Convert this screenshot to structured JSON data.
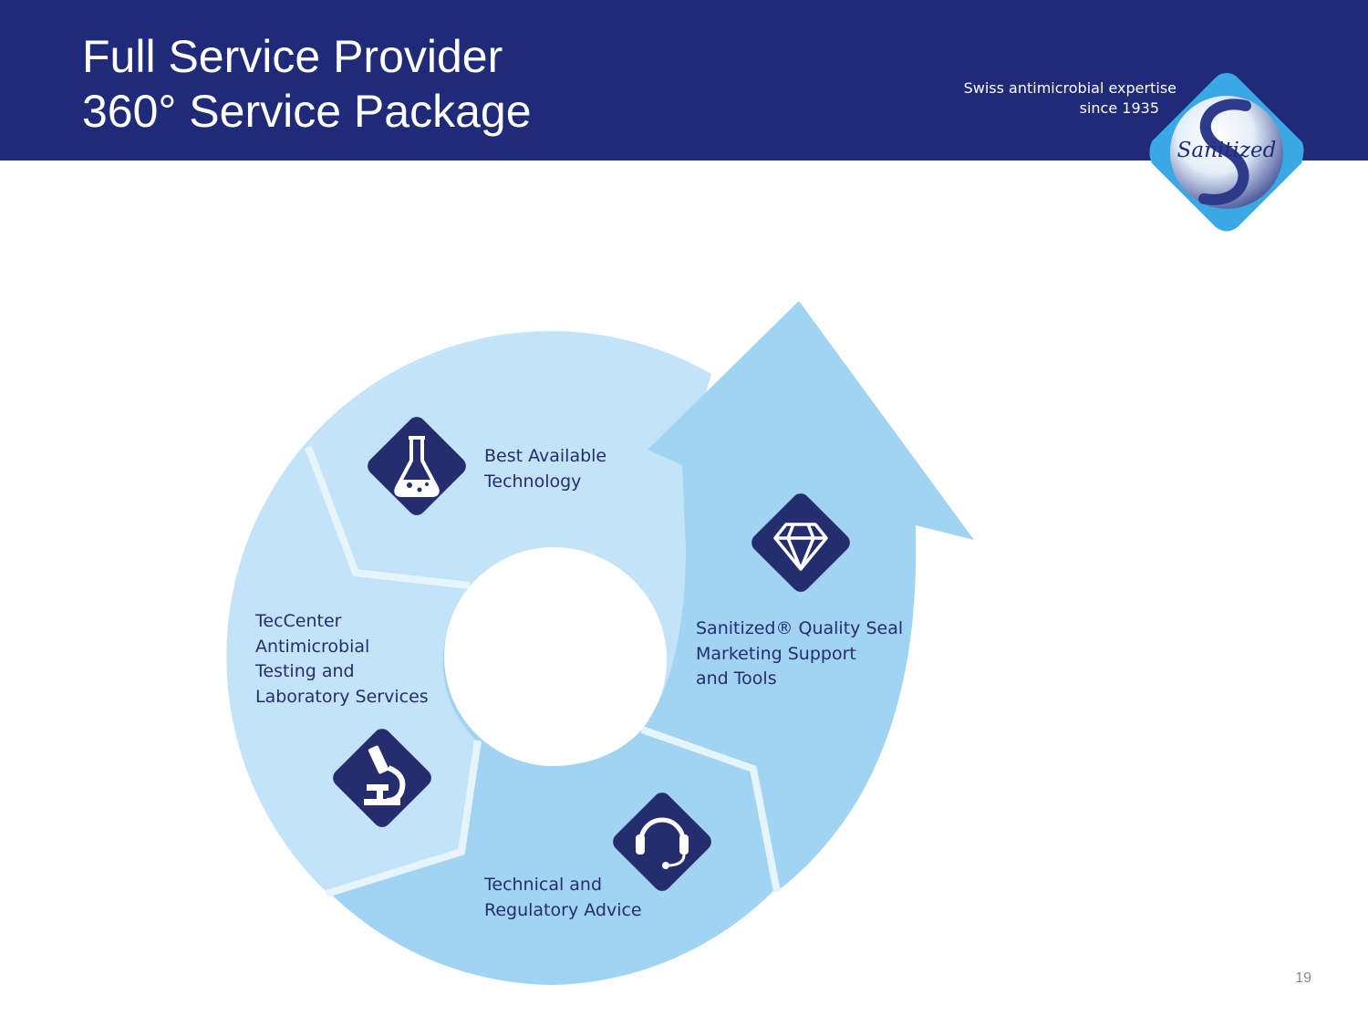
{
  "slide": {
    "title_line1": "Full Service Provider",
    "title_line2": "360° Service Package",
    "page_number": "19"
  },
  "brand": {
    "tagline_line1": "Swiss antimicrobial expertise",
    "tagline_line2": "since 1935",
    "logo_text": "Sanitized",
    "logo_icon": "sanitized-diamond-logo"
  },
  "services": [
    {
      "icon": "lab-flask-icon",
      "lines": [
        "Best Available",
        "Technology"
      ]
    },
    {
      "icon": "diamond-gem-icon",
      "lines": [
        "Sanitized® Quality Seal",
        "Marketing Support",
        "and Tools"
      ]
    },
    {
      "icon": "headset-icon",
      "lines": [
        "Technical and",
        "Regulatory Advice"
      ]
    },
    {
      "icon": "microscope-icon",
      "lines": [
        "TecCenter",
        "Antimicrobial",
        "Testing and",
        "Laboratory Services"
      ]
    }
  ],
  "colors": {
    "header_bg": "#1f2a78",
    "icon_tile": "#252d6f",
    "cycle_light": "#c3e4f8",
    "cycle_medium": "#a0d4f2",
    "cycle_divider": "#e6f4fc",
    "logo_diamond": "#3aa8e4"
  }
}
